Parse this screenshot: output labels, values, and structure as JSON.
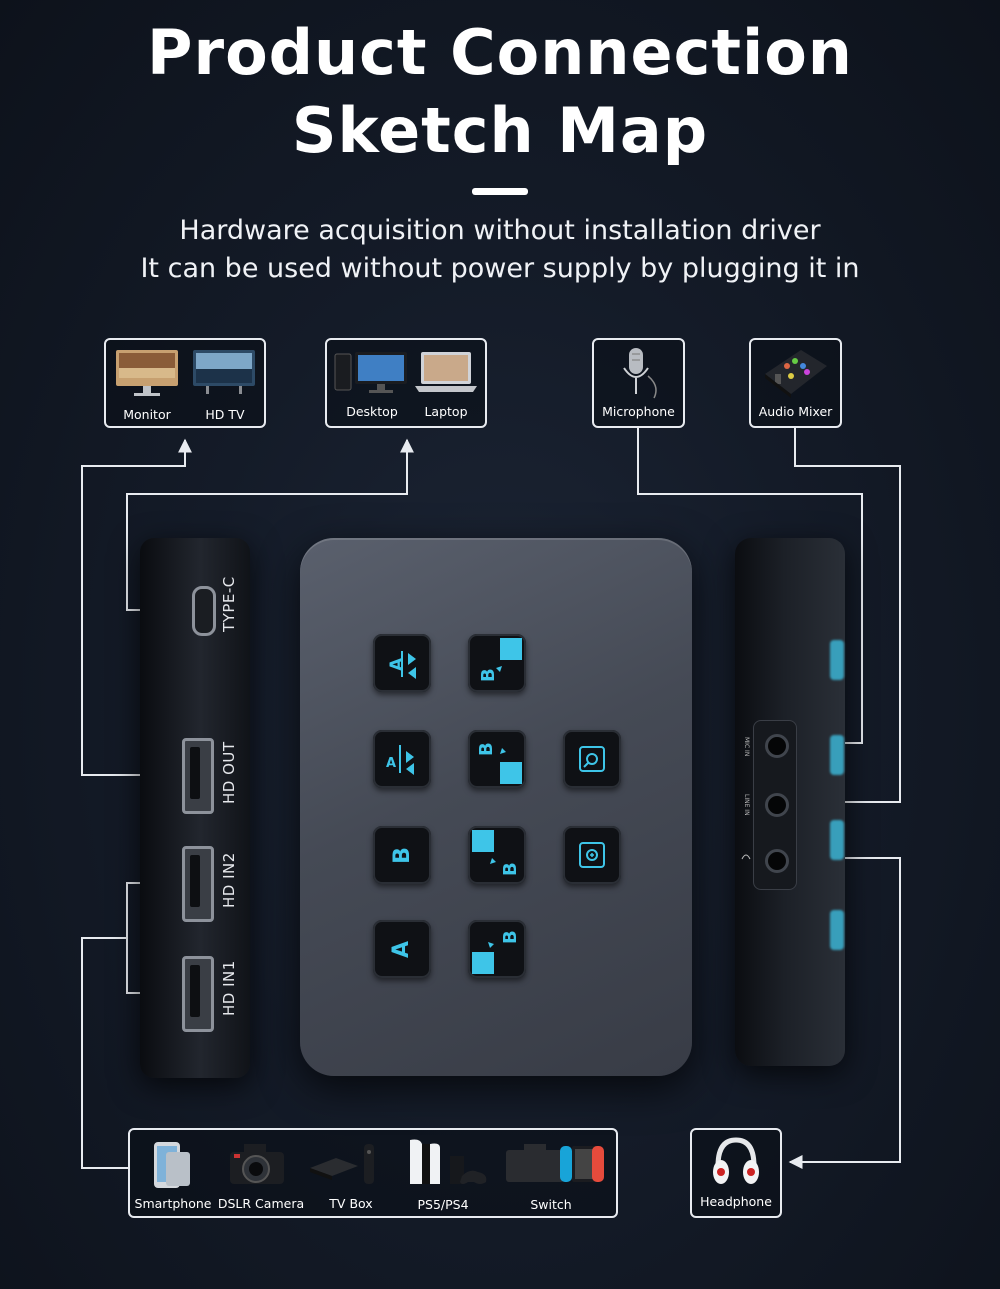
{
  "header": {
    "title_line1": "Product Connection",
    "title_line2": "Sketch Map",
    "subtitle_line1": "Hardware acquisition without installation driver",
    "subtitle_line2": "It can be used without power supply by plugging it in"
  },
  "devices": {
    "monitor": "Monitor",
    "hdtv": "HD TV",
    "desktop": "Desktop",
    "laptop": "Laptop",
    "microphone": "Microphone",
    "audio_mixer": "Audio Mixer",
    "smartphone": "Smartphone",
    "dslr": "DSLR Camera",
    "tvbox": "TV Box",
    "ps": "PS5/PS4",
    "switch": "Switch",
    "headphone": "Headphone"
  },
  "ports": {
    "typec": "TYPE-C",
    "hdout": "HD OUT",
    "hdin2": "HD IN2",
    "hdin1": "HD IN1",
    "micin": "MIC IN",
    "linein": "LINE IN"
  },
  "keys": {
    "a": "A",
    "b": "B"
  },
  "colors": {
    "accent": "#3ec5e8",
    "line": "#e8ebf0"
  }
}
